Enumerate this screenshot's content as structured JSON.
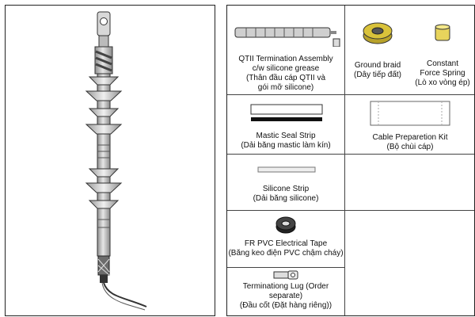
{
  "items": {
    "termination": {
      "line1": "QTII Termination Assembly",
      "line2": "c/w silicone grease",
      "line3": "(Thân đầu cáp QTII và",
      "line4": "gói mỡ silicone)"
    },
    "ground_braid": {
      "line1": "Ground braid",
      "line2": "(Dây tiếp đất)"
    },
    "spring": {
      "line1": "Constant",
      "line2": "Force Spring",
      "line3": "(Lò xo vòng ép)"
    },
    "mastic": {
      "line1": "Mastic Seal Strip",
      "line2": "(Dải băng mastic làm kín)"
    },
    "prep_kit": {
      "line1": "Cable Preparetion Kit",
      "line2": "(Bộ chùi cáp)"
    },
    "silicone": {
      "line1": "Silicone Strip",
      "line2": "(Dải băng silicone)"
    },
    "pvc_tape": {
      "line1": "FR PVC Electrical Tape",
      "line2": "(Băng keo điện PVC chậm cháy)"
    },
    "lug": {
      "line1": "Terminationg Lug (Order",
      "line2": "separate)",
      "line3": "(Đầu cốt (Đặt hàng riêng))"
    }
  },
  "icons": {
    "termination_image": "cable-termination-icon",
    "assembly_image": "termination-assembly-icon",
    "braid_image": "ground-braid-icon",
    "spring_image": "spring-icon",
    "mastic_image": "mastic-strip-icon",
    "kit_image": "prep-kit-icon",
    "silicone_image": "silicone-strip-icon",
    "tape_image": "tape-roll-icon",
    "lug_image": "lug-icon"
  },
  "colors": {
    "braid": "#d9c23a",
    "spring": "#e8d45c",
    "rubber": "#bfbfbf",
    "border": "#222222"
  }
}
